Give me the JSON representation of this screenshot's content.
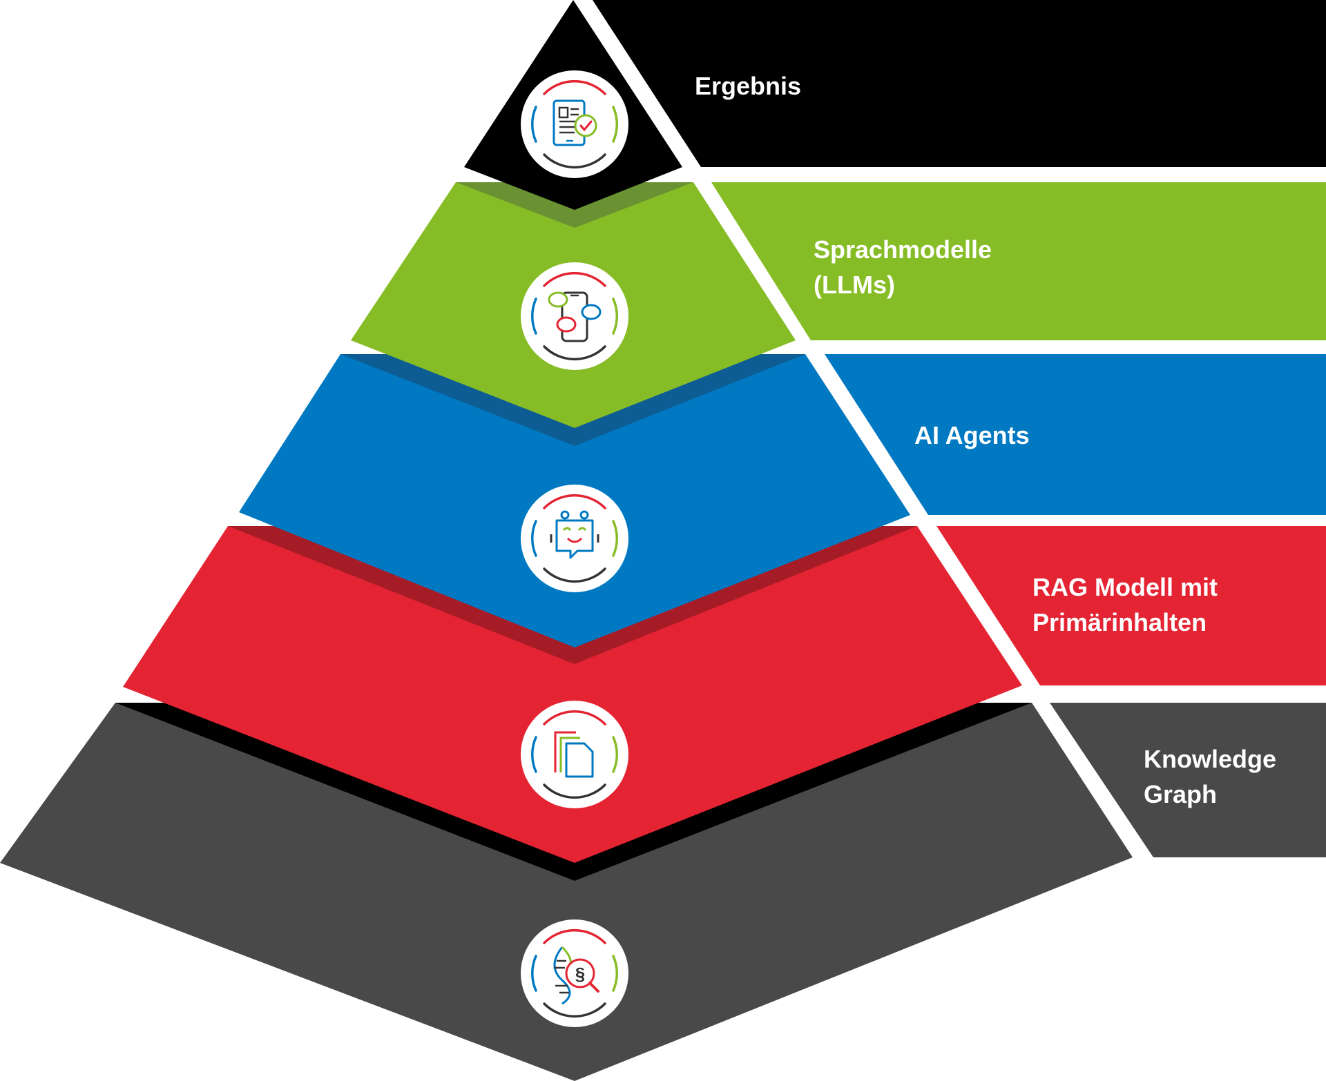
{
  "diagram": {
    "type": "pyramid",
    "layers": [
      {
        "id": "ergebnis",
        "color": "#000000",
        "shade": "#000000",
        "icon": "document-check-icon",
        "label_lines": [
          "Ergebnis"
        ]
      },
      {
        "id": "sprachmodelle",
        "color": "#86bc25",
        "shade": "#6a9233",
        "icon": "chat-bubbles-phone-icon",
        "label_lines": [
          "Sprachmodelle",
          "(LLMs)"
        ]
      },
      {
        "id": "ai-agents",
        "color": "#0079c2",
        "shade": "#0d5d94",
        "icon": "robot-face-icon",
        "label_lines": [
          "AI Agents"
        ]
      },
      {
        "id": "rag-modell",
        "color": "#e42432",
        "shade": "#a61c26",
        "icon": "stacked-documents-icon",
        "label_lines": [
          "RAG Modell mit",
          "Primärinhalten"
        ]
      },
      {
        "id": "knowledge-graph",
        "color": "#494949",
        "shade": "#000000",
        "icon": "dna-magnifier-paragraph-icon",
        "label_lines": [
          "Knowledge",
          "Graph"
        ]
      }
    ],
    "icon_ring_colors": {
      "red": "#e42432",
      "blue": "#0079c2",
      "green": "#86bc25",
      "dark": "#333333"
    }
  }
}
